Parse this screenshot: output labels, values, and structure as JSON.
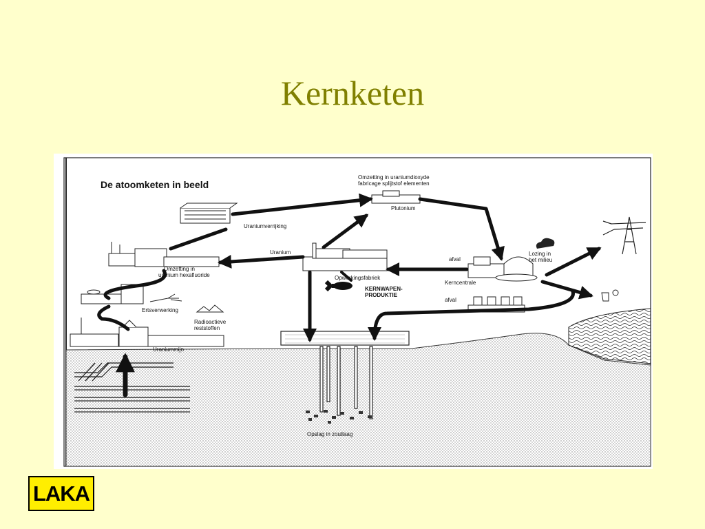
{
  "slide": {
    "title": "Kernketen"
  },
  "diagram": {
    "heading": "De atoomketen in beeld",
    "labels": {
      "omzetting_dioxyde_1": "Omzetting in uraniumdioxyde",
      "omzetting_dioxyde_2": "fabricage splijtstof elementen",
      "plutonium": "Plutonium",
      "uraniumverrijking": "Uraniumverrijking",
      "uranium": "Uranium",
      "omzetting_hexa_1": "Omzetting in",
      "omzetting_hexa_2": "uranium hexafluoride",
      "ertsverwerking": "Ertsverwerking",
      "radioactieve_1": "Radioactieve",
      "radioactieve_2": "reststoffen",
      "uraniummijn": "Uraniummijn",
      "opwerkingsfabriek": "Opwerkingsfabriek",
      "kernwapen_1": "KERNWAPEN-",
      "kernwapen_2": "PRODUKTIE",
      "afval_1": "afval",
      "afval_2": "afval",
      "kerncentrale": "Kerncentrale",
      "lozing_1": "Lozing in",
      "lozing_2": "het milieu",
      "opslag": "Opslag in zoutlaag"
    }
  },
  "logo": {
    "text": "LAKA",
    "color": "#FFEE00"
  }
}
